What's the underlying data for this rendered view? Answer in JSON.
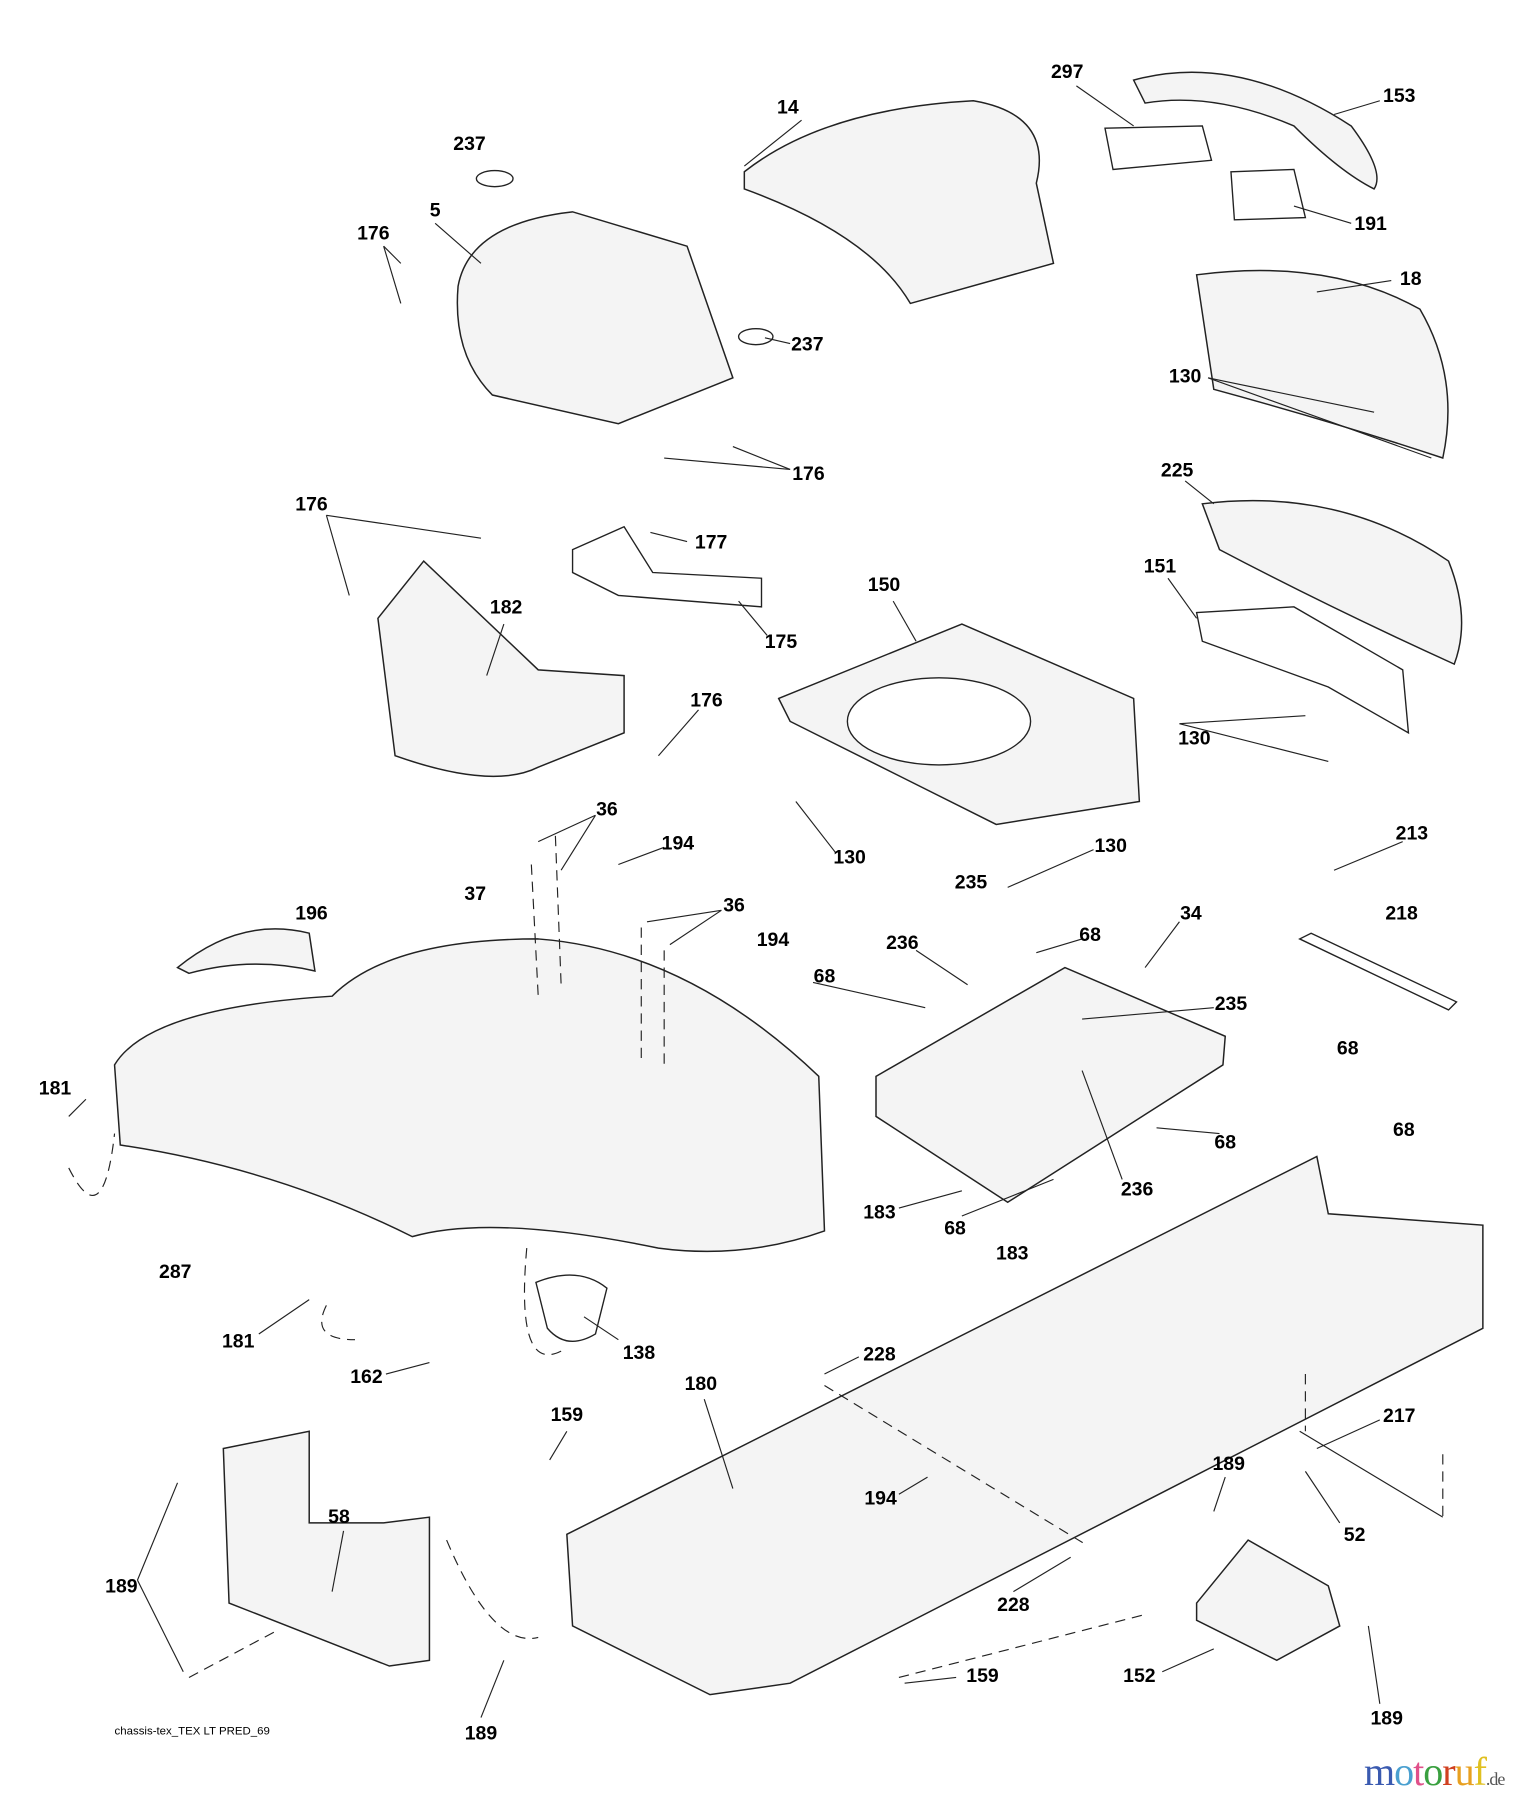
{
  "diagram_title": "chassis-tex_TEX LT PRED_69",
  "labels": [
    "297",
    "153",
    "14",
    "237",
    "191",
    "176",
    "5",
    "18",
    "237",
    "130",
    "176",
    "225",
    "176",
    "177",
    "182",
    "151",
    "150",
    "175",
    "176",
    "130",
    "36",
    "213",
    "194",
    "130",
    "130",
    "235",
    "36",
    "196",
    "37",
    "218",
    "34",
    "236",
    "68",
    "194",
    "68",
    "235",
    "68",
    "181",
    "68",
    "68",
    "236",
    "183",
    "68",
    "183",
    "287",
    "181",
    "138",
    "162",
    "228",
    "180",
    "159",
    "217",
    "189",
    "58",
    "194",
    "52",
    "189",
    "228",
    "189",
    "159",
    "152",
    "189"
  ],
  "watermark": {
    "text": "motoruf",
    "suffix": ".de",
    "letters": [
      "m",
      "o",
      "t",
      "o",
      "r",
      "u",
      "f"
    ],
    "colors": [
      "#3a5ab0",
      "#4aa0d0",
      "#e0508a",
      "#3aa040",
      "#d04020",
      "#e8a020",
      "#e0c020"
    ]
  }
}
